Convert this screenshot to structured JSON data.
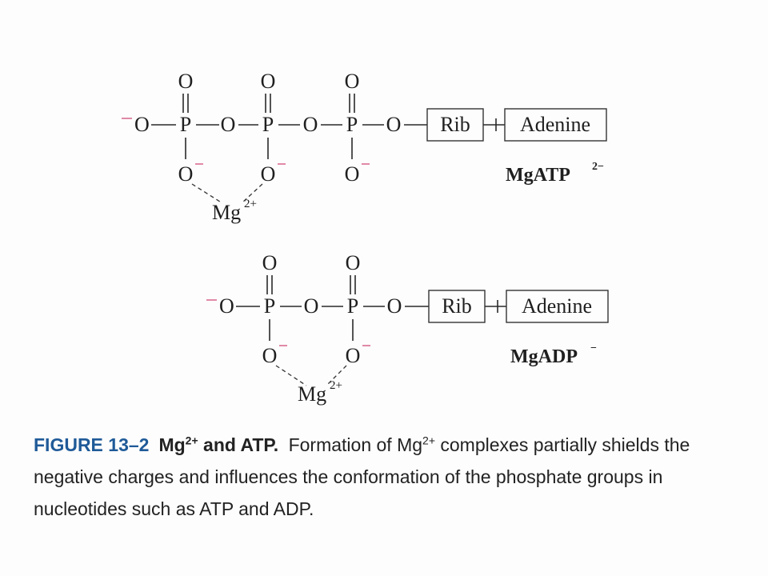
{
  "figure": {
    "atp": {
      "formula_prefix": "MgATP",
      "formula_charge": "2−",
      "rib": "Rib",
      "base": "Adenine",
      "mg": "Mg",
      "mg_charge": "2+"
    },
    "adp": {
      "formula_prefix": "MgADP",
      "formula_charge": "−",
      "rib": "Rib",
      "base": "Adenine",
      "mg": "Mg",
      "mg_charge": "2+"
    }
  },
  "caption": {
    "label": "FIGURE 13–2",
    "title_pre": "Mg",
    "title_sup": "2+",
    "title_post": " and ATP.",
    "text_pre": " Formation of Mg",
    "text_sup": "2+",
    "text_post": " complexes partially shields the negative charges and influences the conformation of the phosphate groups in nucleotides such as ATP and ADP."
  }
}
